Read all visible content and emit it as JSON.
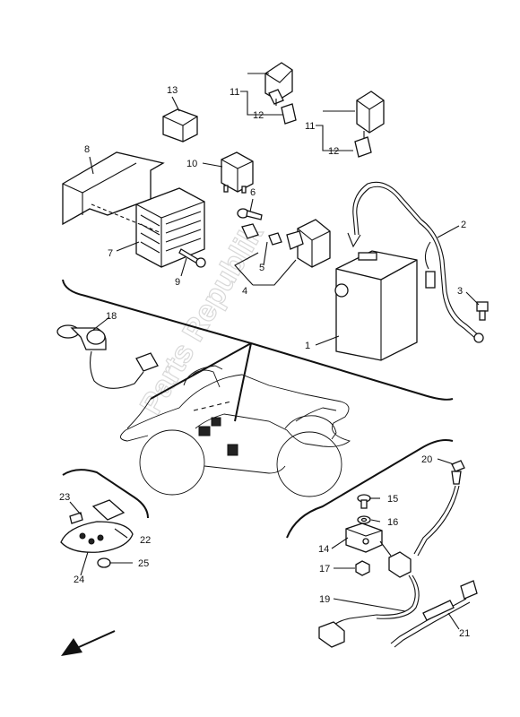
{
  "watermark": "Parts Republik",
  "callouts": [
    {
      "id": "c1",
      "label": "1"
    },
    {
      "id": "c2",
      "label": "2"
    },
    {
      "id": "c3",
      "label": "3"
    },
    {
      "id": "c4",
      "label": "4"
    },
    {
      "id": "c5",
      "label": "5"
    },
    {
      "id": "c6",
      "label": "6"
    },
    {
      "id": "c7",
      "label": "7"
    },
    {
      "id": "c8",
      "label": "8"
    },
    {
      "id": "c9",
      "label": "9"
    },
    {
      "id": "c10",
      "label": "10"
    },
    {
      "id": "c11a",
      "label": "11"
    },
    {
      "id": "c11b",
      "label": "11"
    },
    {
      "id": "c12a",
      "label": "12"
    },
    {
      "id": "c12b",
      "label": "12"
    },
    {
      "id": "c13",
      "label": "13"
    },
    {
      "id": "c14",
      "label": "14"
    },
    {
      "id": "c15",
      "label": "15"
    },
    {
      "id": "c16",
      "label": "16"
    },
    {
      "id": "c17",
      "label": "17"
    },
    {
      "id": "c18",
      "label": "18"
    },
    {
      "id": "c19",
      "label": "19"
    },
    {
      "id": "c20",
      "label": "20"
    },
    {
      "id": "c21",
      "label": "21"
    },
    {
      "id": "c22",
      "label": "22"
    },
    {
      "id": "c23",
      "label": "23"
    },
    {
      "id": "c24",
      "label": "24"
    },
    {
      "id": "c25",
      "label": "25"
    }
  ]
}
